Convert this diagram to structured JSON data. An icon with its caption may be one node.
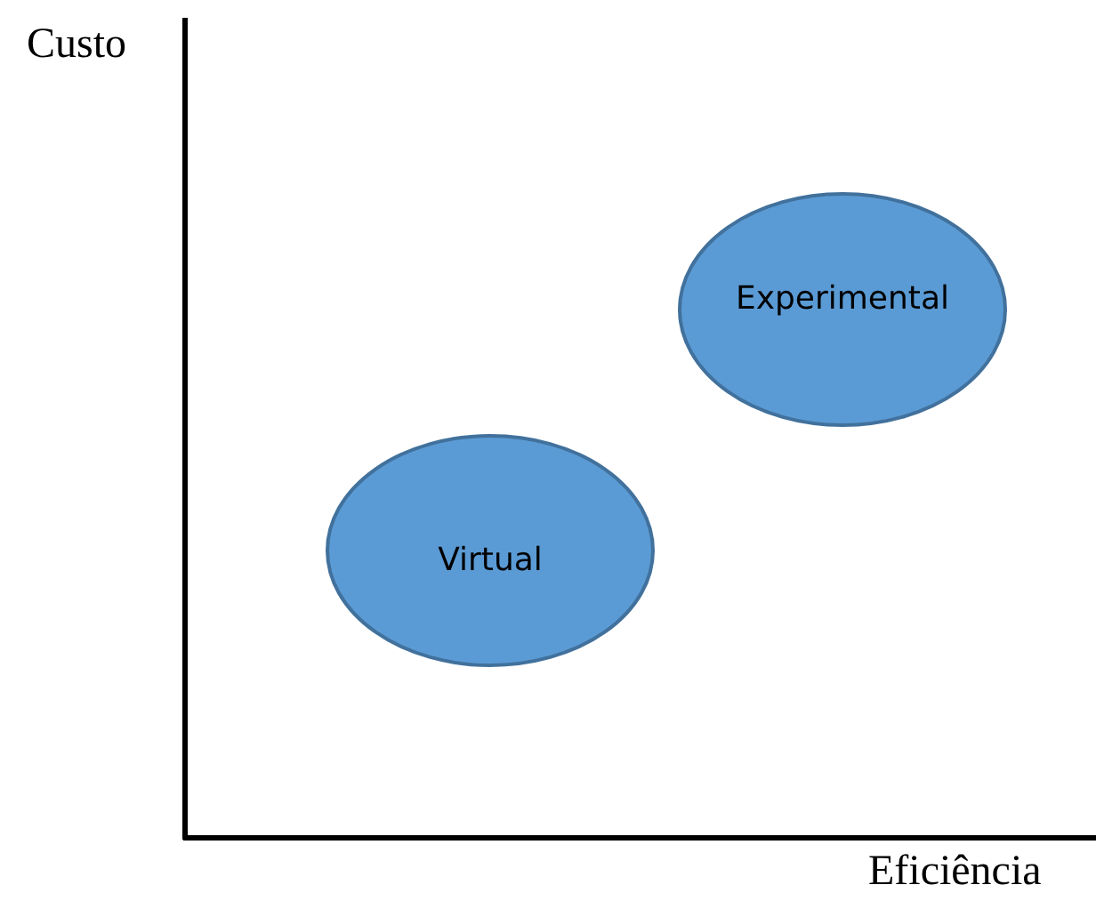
{
  "diagram": {
    "nodes": [
      {
        "text": [
          "Experimental"
        ]
      },
      {
        "text": [
          "Virtual"
        ]
      }
    ],
    "labels": [
      "Custo",
      "Eficiência"
    ]
  }
}
